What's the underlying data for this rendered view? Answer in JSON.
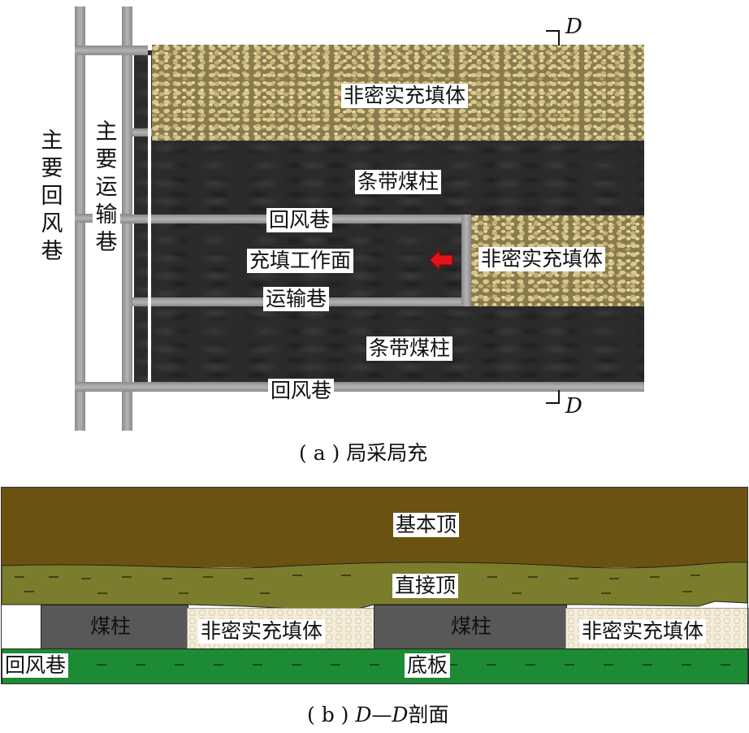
{
  "panel_a": {
    "caption": "( a ) 局采局充",
    "labels": {
      "main_return": "主要回风巷",
      "main_haulage": "主要运输巷",
      "fill_top": "非密实充填体",
      "strip_top": "条带煤柱",
      "return_mid": "回风巷",
      "face": "充填工作面",
      "fill_right": "非密实充填体",
      "haulage_mid": "运输巷",
      "strip_bottom": "条带煤柱",
      "return_bottom": "回风巷"
    },
    "section_mark": "D",
    "colors": {
      "coal": "#2b2b2b",
      "road": "#9a9a9a",
      "arrow": "#e0141a"
    }
  },
  "panel_b": {
    "caption_prefix": "( b ) ",
    "caption_d1": "D",
    "caption_dash": "—",
    "caption_d2": "D",
    "caption_suffix": "剖面",
    "labels": {
      "main_roof": "基本顶",
      "immediate_roof": "直接顶",
      "pillar_1": "煤柱",
      "fill_1": "非密实充填体",
      "pillar_2": "煤柱",
      "fill_2": "非密实充填体",
      "return_airway": "回风巷",
      "floor": "底板"
    },
    "colors": {
      "main_roof": "#f2b41f",
      "immediate_roof": "#7c7d2c",
      "pillar": "#585858",
      "floor": "#1d8a34"
    }
  }
}
